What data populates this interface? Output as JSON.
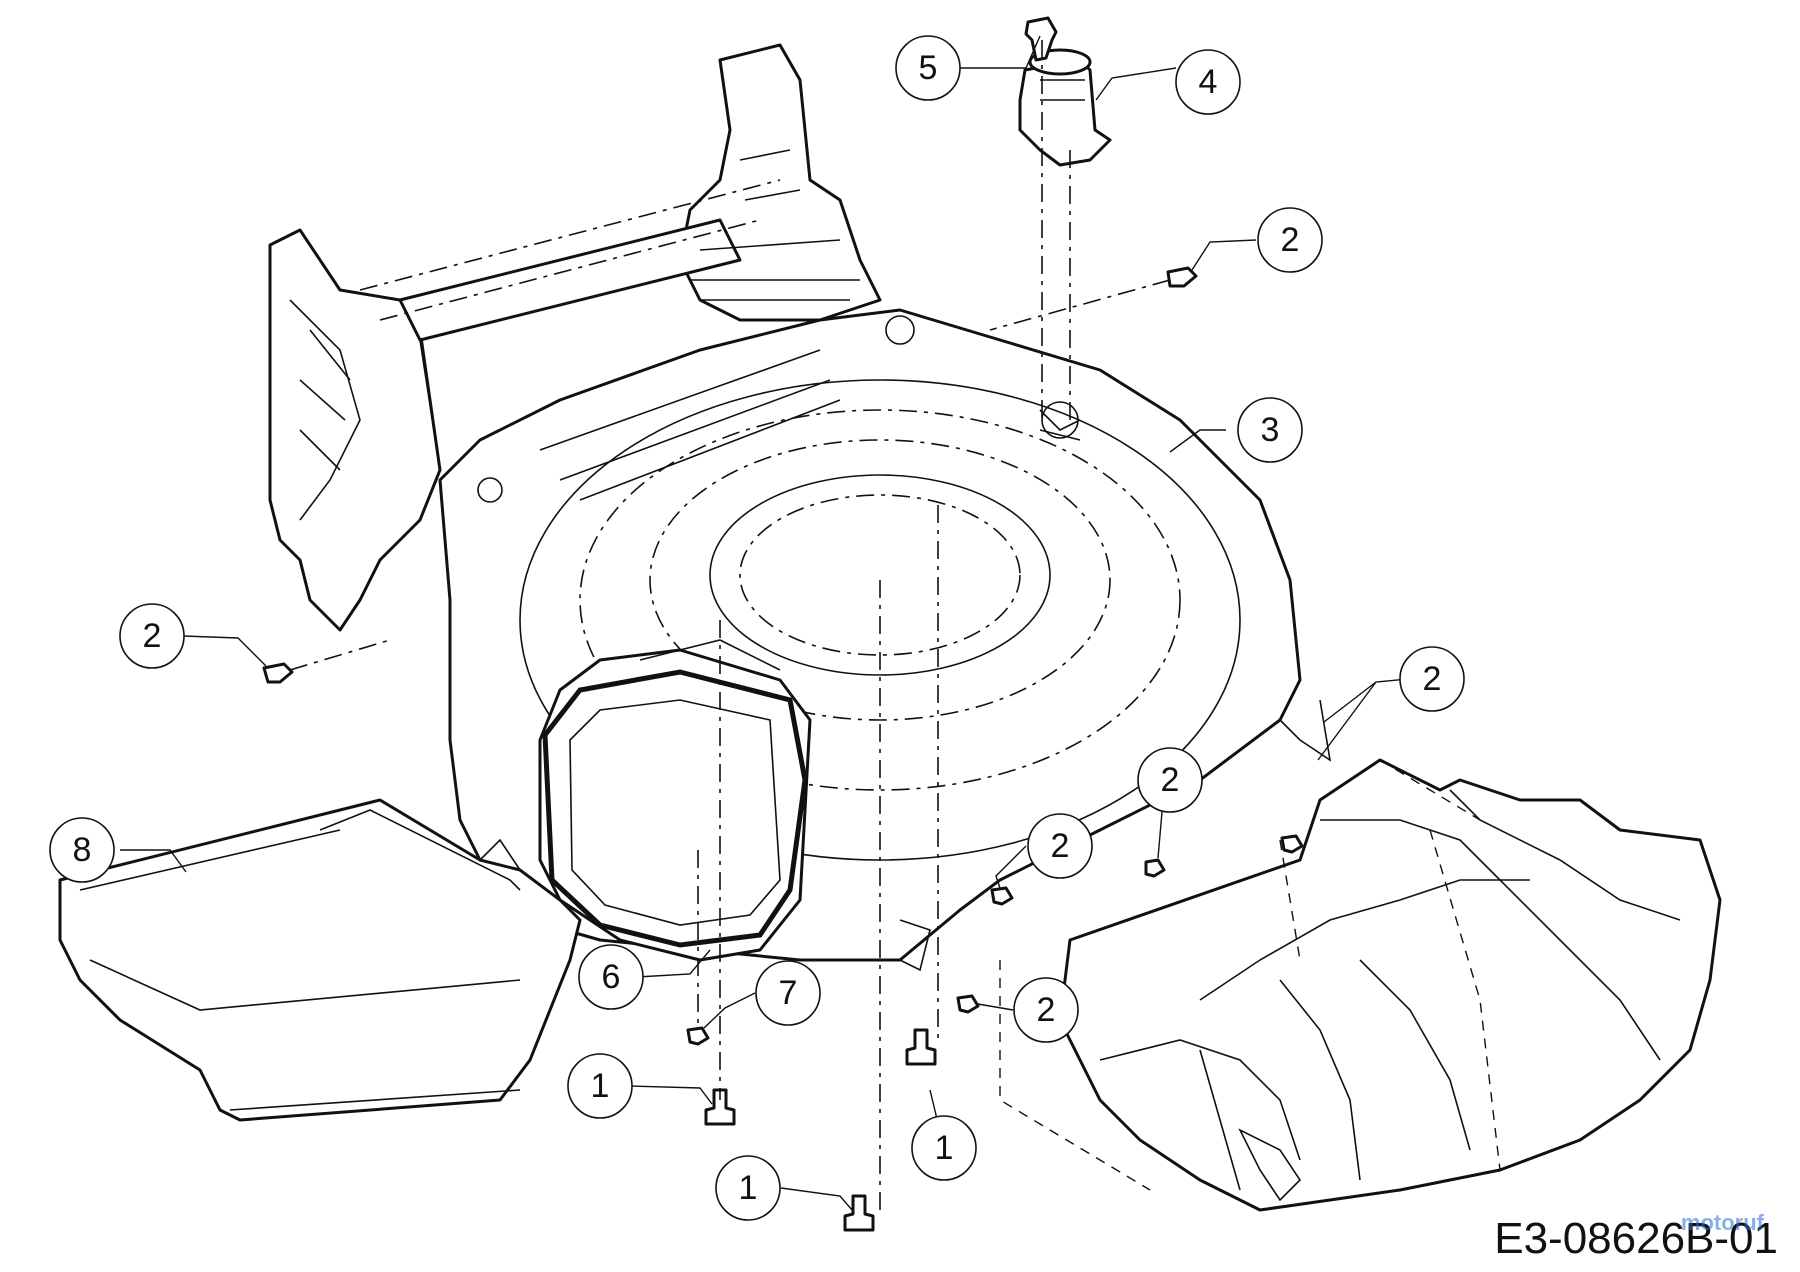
{
  "diagram": {
    "drawing_number": "E3-08626B-01",
    "watermark": "motoruf"
  },
  "callouts": [
    {
      "id": "c1a",
      "label": "1"
    },
    {
      "id": "c1b",
      "label": "1"
    },
    {
      "id": "c1c",
      "label": "1"
    },
    {
      "id": "c2a",
      "label": "2"
    },
    {
      "id": "c2b",
      "label": "2"
    },
    {
      "id": "c2c",
      "label": "2"
    },
    {
      "id": "c2d",
      "label": "2"
    },
    {
      "id": "c2e",
      "label": "2"
    },
    {
      "id": "c2f",
      "label": "2"
    },
    {
      "id": "c3",
      "label": "3"
    },
    {
      "id": "c4",
      "label": "4"
    },
    {
      "id": "c5",
      "label": "5"
    },
    {
      "id": "c6",
      "label": "6"
    },
    {
      "id": "c7",
      "label": "7"
    },
    {
      "id": "c8",
      "label": "8"
    }
  ]
}
